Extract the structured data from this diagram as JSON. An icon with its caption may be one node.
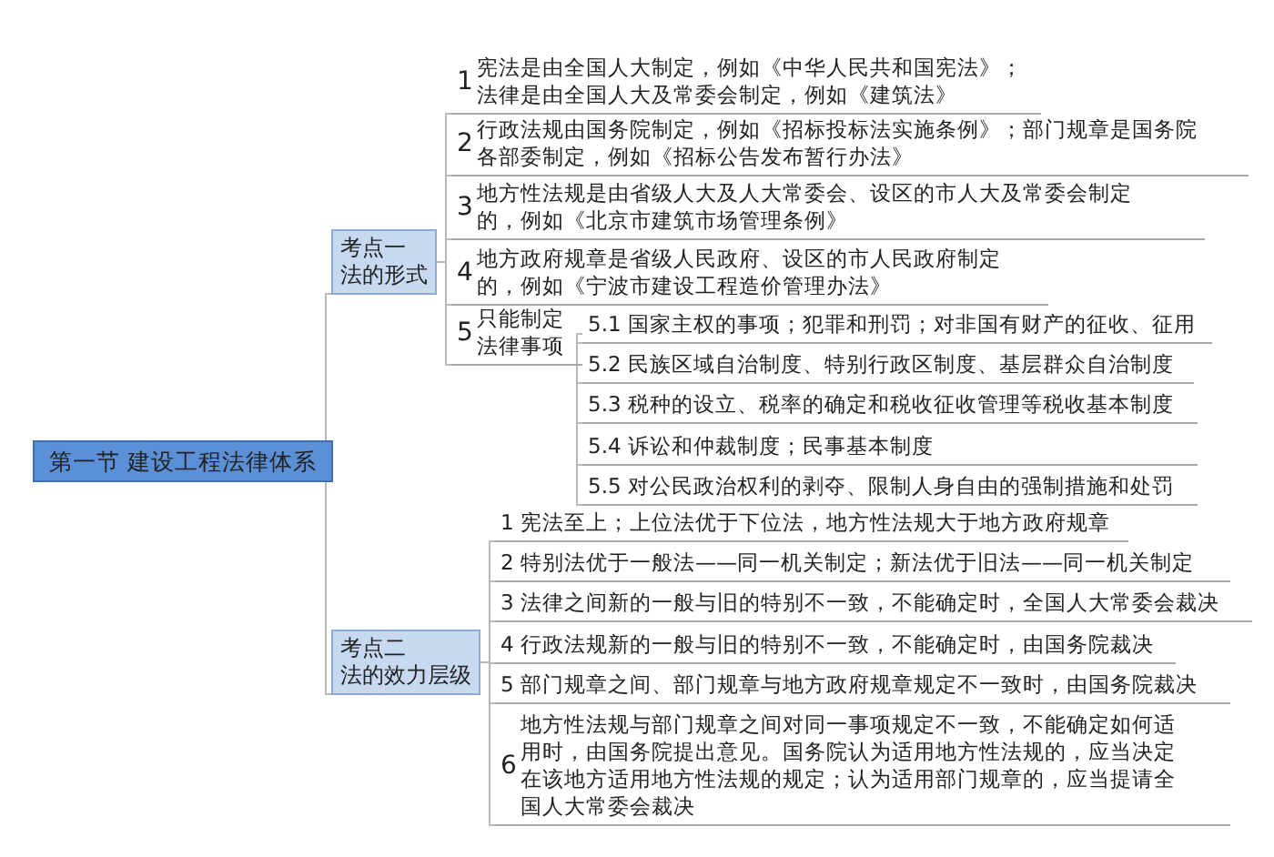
{
  "diagram": {
    "nodes": [
      {
        "text": [
          "第一节  建设工程法律体系"
        ]
      },
      {
        "text": [
          "考点一",
          "法的形式"
        ]
      },
      {
        "text": [
          "1",
          "宪法是由全国人大制定，例如《中华人民共和国宪法》；法律是由全国人大及常委会制定，例如《建筑法》"
        ]
      },
      {
        "text": [
          "2",
          "行政法规由国务院制定，例如《招标投标法实施条例》；部门规章是国务院各部委制定，例如《招标公告发布暂行办法》"
        ]
      },
      {
        "text": [
          "3",
          "地方性法规是由省级人大及人大常委会、设区的市人大及常委会制定的，例如《北京市建筑市场管理条例》"
        ]
      },
      {
        "text": [
          "4",
          "地方政府规章是省级人民政府、设区的市人民政府制定的，例如《宁波市建设工程造价管理办法》"
        ]
      },
      {
        "text": [
          "5",
          "只能制定法律事项"
        ]
      },
      {
        "text": [
          "5.1 国家主权的事项；犯罪和刑罚；对非国有财产的征收、征用"
        ]
      },
      {
        "text": [
          "5.2 民族区域自治制度、特别行政区制度、基层群众自治制度"
        ]
      },
      {
        "text": [
          "5.3 税种的设立、税率的确定和税收征收管理等税收基本制度"
        ]
      },
      {
        "text": [
          "5.4 诉讼和仲裁制度；民事基本制度"
        ]
      },
      {
        "text": [
          "5.5 对公民政治权利的剥夺、限制人身自由的强制措施和处罚"
        ]
      },
      {
        "text": [
          "考点二",
          "法的效力层级"
        ]
      },
      {
        "text": [
          "1 宪法至上；上位法优于下位法，地方性法规大于地方政府规章"
        ]
      },
      {
        "text": [
          "2 特别法优于一般法——同一机关制定；新法优于旧法——同一机关制定"
        ]
      },
      {
        "text": [
          "3 法律之间新的一般与旧的特别不一致，不能确定时，全国人大常委会裁决"
        ]
      },
      {
        "text": [
          "4 行政法规新的一般与旧的特别不一致，不能确定时，由国务院裁决"
        ]
      },
      {
        "text": [
          "5 部门规章之间、部门规章与地方政府规章规定不一致时，由国务院裁决"
        ]
      },
      {
        "text": [
          "6",
          "地方性法规与部门规章之间对同一事项规定不一致，不能确定如何适用时，由国务院提出意见。国务院认为适用地方性法规的，应当决定在该地方适用地方性法规的规定；认为适用部门规章的，应当提请全国人大常委会裁决"
        ]
      }
    ],
    "edges": [
      {
        "from": 0,
        "to": 1,
        "arrow": "none"
      },
      {
        "from": 0,
        "to": 12,
        "arrow": "none"
      },
      {
        "from": 1,
        "to": 2,
        "arrow": "none"
      },
      {
        "from": 1,
        "to": 3,
        "arrow": "none"
      },
      {
        "from": 1,
        "to": 4,
        "arrow": "none"
      },
      {
        "from": 1,
        "to": 5,
        "arrow": "none"
      },
      {
        "from": 1,
        "to": 6,
        "arrow": "none"
      },
      {
        "from": 6,
        "to": 7,
        "arrow": "none"
      },
      {
        "from": 6,
        "to": 8,
        "arrow": "none"
      },
      {
        "from": 6,
        "to": 9,
        "arrow": "none"
      },
      {
        "from": 6,
        "to": 10,
        "arrow": "none"
      },
      {
        "from": 6,
        "to": 11,
        "arrow": "none"
      },
      {
        "from": 12,
        "to": 13,
        "arrow": "none"
      },
      {
        "from": 12,
        "to": 14,
        "arrow": "none"
      },
      {
        "from": 12,
        "to": 15,
        "arrow": "none"
      },
      {
        "from": 12,
        "to": 16,
        "arrow": "none"
      },
      {
        "from": 12,
        "to": 17,
        "arrow": "none"
      },
      {
        "from": 12,
        "to": 18,
        "arrow": "none"
      }
    ]
  }
}
